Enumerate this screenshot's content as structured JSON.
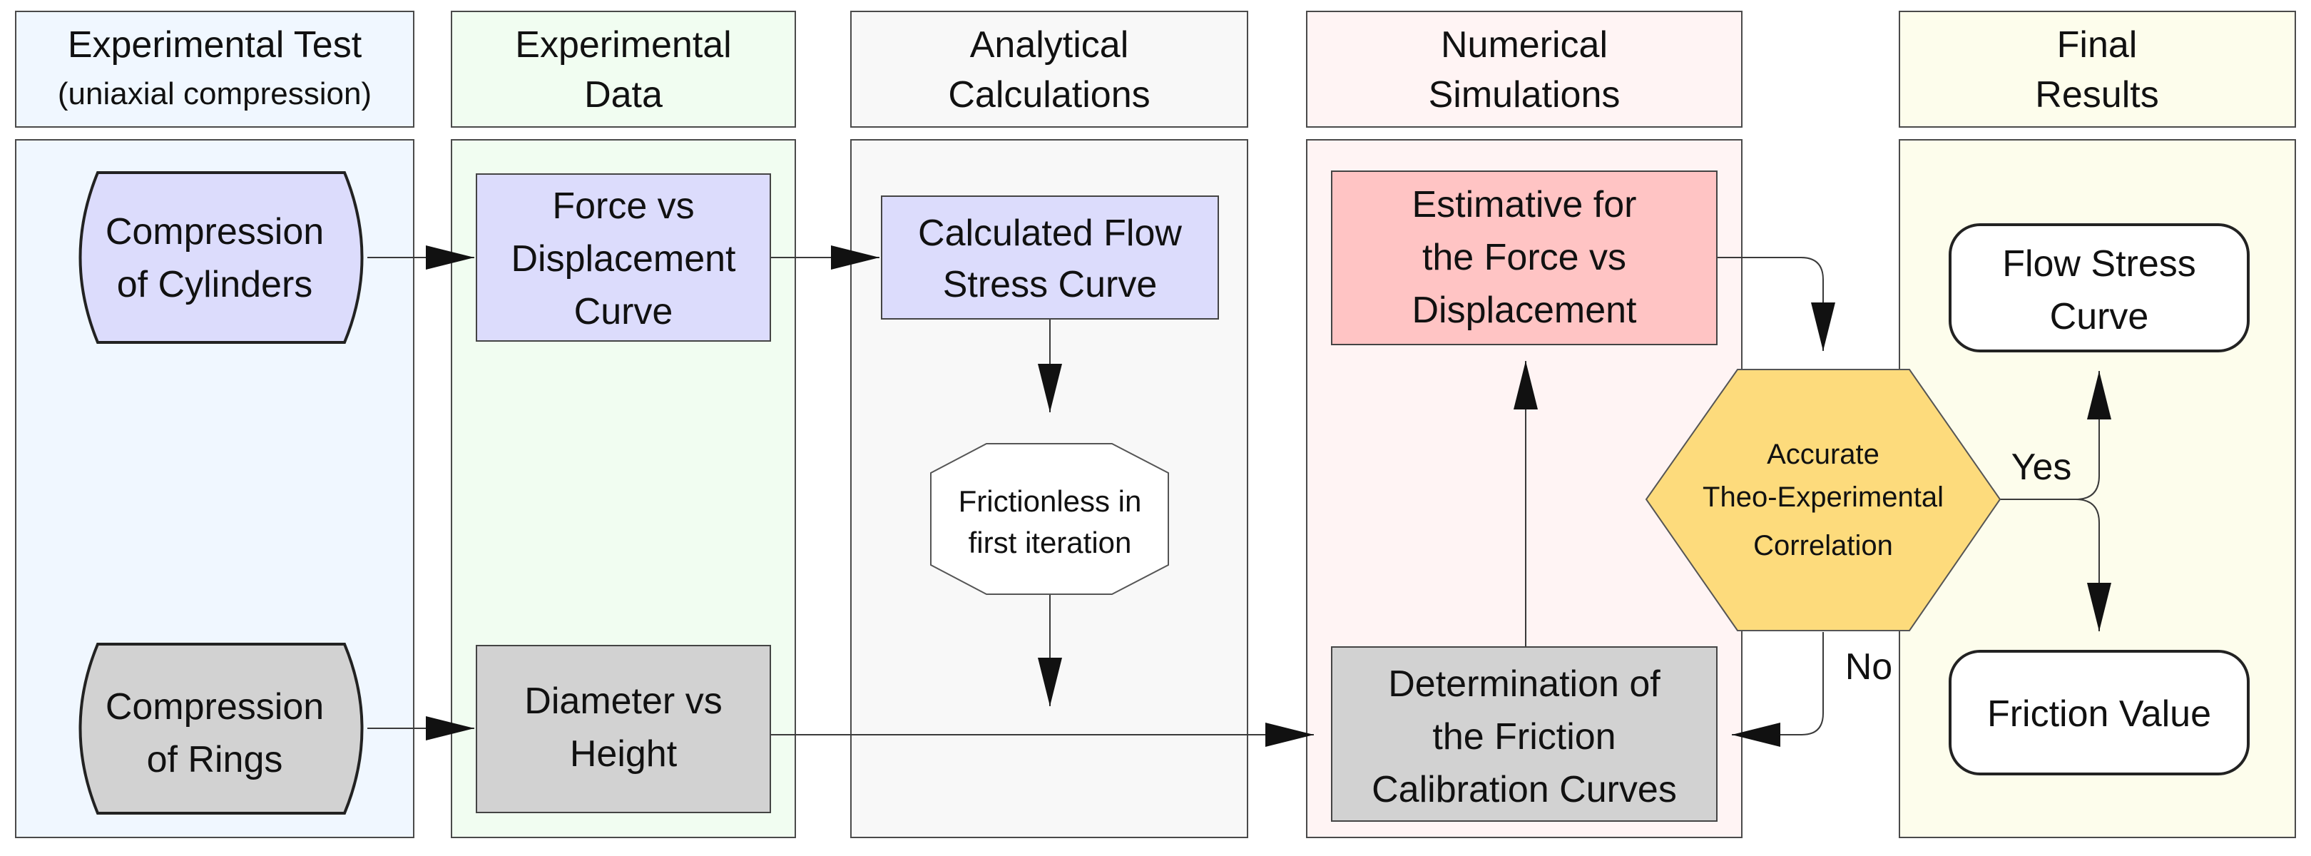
{
  "columns": [
    {
      "id": "experimental-test",
      "title": [
        "Experimental Test",
        "(uniaxial compression)"
      ],
      "color": "#f0f7ff"
    },
    {
      "id": "experimental-data",
      "title": [
        "Experimental",
        "Data"
      ],
      "color": "#f1fdf1"
    },
    {
      "id": "analytical-calculations",
      "title": [
        "Analytical",
        "Calculations"
      ],
      "color": "#f8f8f8"
    },
    {
      "id": "numerical-simulations",
      "title": [
        "Numerical",
        "Simulations"
      ],
      "color": "#fff4f4"
    },
    {
      "id": "final-results",
      "title": [
        "Final",
        "Results"
      ],
      "color": "#fdfdec"
    }
  ],
  "nodes": {
    "compression_cylinders": {
      "lines": [
        "Compression",
        "of Cylinders"
      ],
      "fill": "#dcdcfc"
    },
    "compression_rings": {
      "lines": [
        "Compression",
        "of Rings"
      ],
      "fill": "#d2d2d2"
    },
    "force_displacement": {
      "lines": [
        "Force vs",
        "Displacement",
        "Curve"
      ],
      "fill": "#dcdcfc"
    },
    "diameter_height": {
      "lines": [
        "Diameter vs",
        "Height"
      ],
      "fill": "#d2d2d2"
    },
    "flow_stress_calc": {
      "lines": [
        "Calculated Flow",
        "Stress Curve"
      ],
      "fill": "#dcdcfc"
    },
    "frictionless": {
      "lines": [
        "Frictionless in",
        "first iteration"
      ],
      "fill": "#ffffff"
    },
    "estimative": {
      "lines": [
        "Estimative for",
        "the Force vs",
        "Displacement"
      ],
      "fill": "#ffc4c4"
    },
    "calibration": {
      "lines": [
        "Determination of",
        "the Friction",
        "Calibration Curves"
      ],
      "fill": "#d2d2d2"
    },
    "decision": {
      "lines": [
        "Accurate",
        "Theo-Experimental",
        "Correlation"
      ],
      "fill": "#fddb7c"
    },
    "flow_stress_result": {
      "lines": [
        "Flow Stress",
        "Curve"
      ],
      "fill": "#ffffff"
    },
    "friction_value": {
      "lines": [
        "Friction Value"
      ],
      "fill": "#ffffff"
    }
  },
  "labels": {
    "yes": "Yes",
    "no": "No"
  },
  "colors": {
    "border": "#4a4a4a",
    "line": "#3a3a3a",
    "shape_border": "#222222"
  }
}
